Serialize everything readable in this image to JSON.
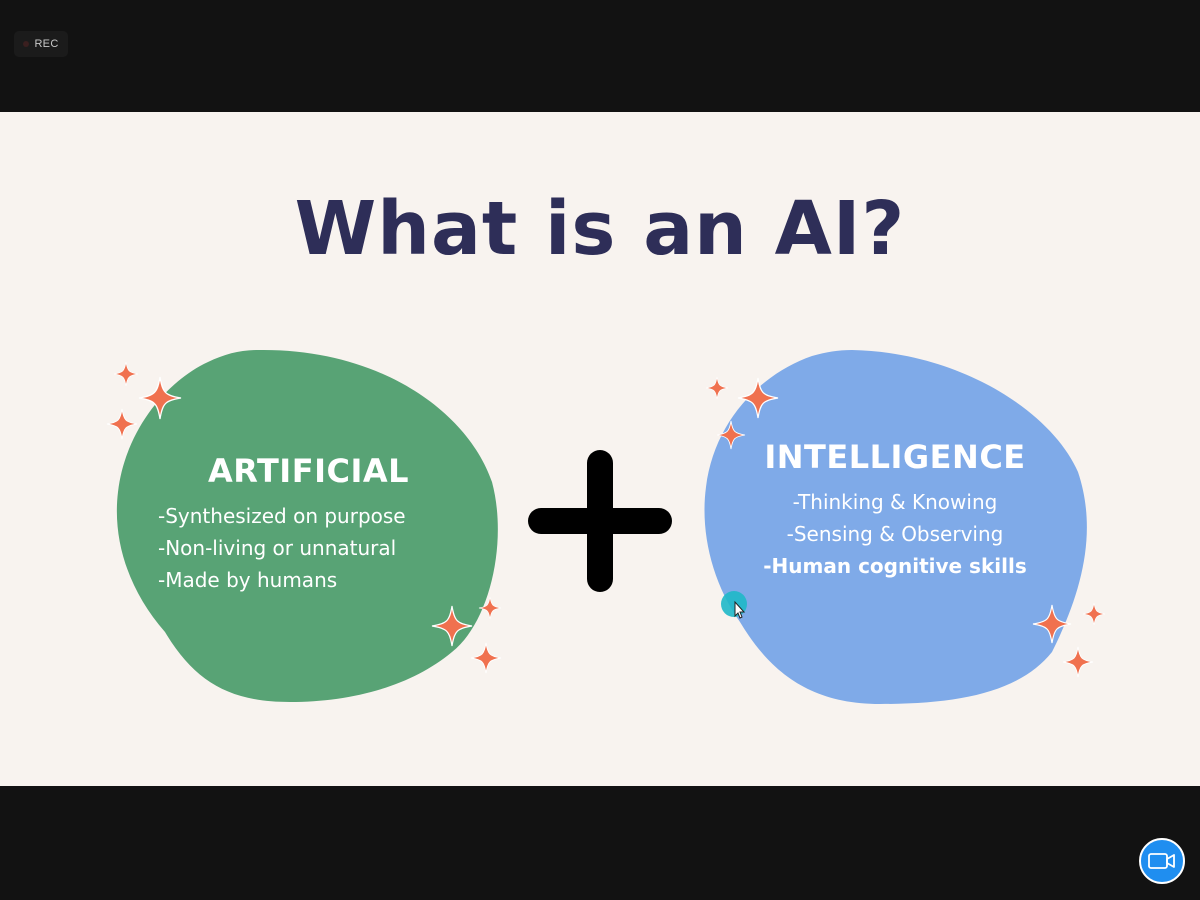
{
  "recording": {
    "label": "REC"
  },
  "slide": {
    "title": "What is an AI?",
    "left": {
      "heading": "ARTIFICIAL",
      "items": [
        "-Synthesized on purpose",
        "-Non-living or unnatural",
        "-Made by humans"
      ],
      "color": "#58a375"
    },
    "right": {
      "heading": "INTELLIGENCE",
      "items": [
        "-Thinking & Knowing",
        "-Sensing & Observing",
        "-Human cognitive skills"
      ],
      "color": "#7faae8"
    },
    "title_color": "#2e2e58",
    "sparkle_color": "#f0714f",
    "background_color": "#f8f3ef",
    "operator_icon": "plus-icon"
  },
  "controls": {
    "camera_icon": "video-camera-icon",
    "accent_color": "#1f8ef0"
  },
  "pointer": {
    "icon": "mouse-cursor-icon",
    "highlight_color": "#1fb8c8"
  }
}
